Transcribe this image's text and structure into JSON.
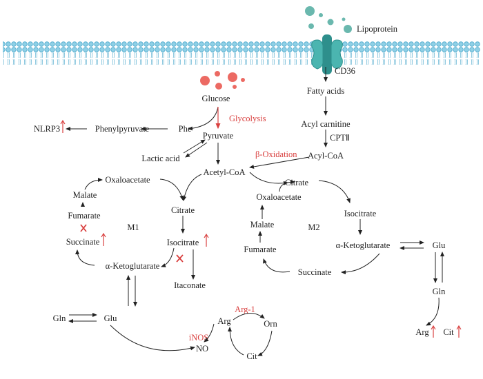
{
  "colors": {
    "membrane": "#5bb8d6",
    "transporter": "#3aa3a0",
    "lipoprotein": "#6ab8ae",
    "glucose": "#ec6a63",
    "highlight": "#d9403f"
  },
  "labels": {
    "lipoprotein": "Lipoprotein",
    "cd36": "CD36",
    "fatty_acids": "Fatty acids",
    "acyl_carnitine": "Acyl carnitine",
    "cpt2": "CPTⅡ",
    "acyl_coa": "Acyl-CoA",
    "glucose": "Glucose",
    "glycolysis": "Glycolysis",
    "pyruvate": "Pyruvate",
    "phe": "Phe",
    "phenylpyruvate": "Phenylpyruvate",
    "nlrp3": "NLRP3",
    "lactic_acid": "Lactic acid",
    "acetyl_coa": "Acetyl-CoA",
    "beta_oxidation": "β-Oxidation"
  },
  "m1": {
    "label": "M1",
    "oxaloacetate": "Oxaloacetate",
    "malate": "Malate",
    "fumarate": "Fumarate",
    "succinate": "Succinate",
    "citrate": "Citrate",
    "isocitrate": "Isocitrate",
    "akg": "α-Ketoglutarate",
    "itaconate": "Itaconate",
    "gln": "Gln",
    "glu": "Glu",
    "arg": "Arg",
    "arg1": "Arg-1",
    "orn": "Orn",
    "inos": "iNOS",
    "no": "NO",
    "cit": "Cit"
  },
  "m2": {
    "label": "M2",
    "citrate": "Citrate",
    "oxaloacetate": "Oxaloacetate",
    "malate": "Malate",
    "isocitrate": "Isocitrate",
    "fumarate": "Fumarate",
    "akg": "α-Ketoglutarate",
    "succinate": "Succinate",
    "glu": "Glu",
    "gln": "Gln",
    "arg": "Arg",
    "cit": "Cit"
  },
  "icons": {
    "up": "up-arrow-icon",
    "block": "cross-icon"
  }
}
